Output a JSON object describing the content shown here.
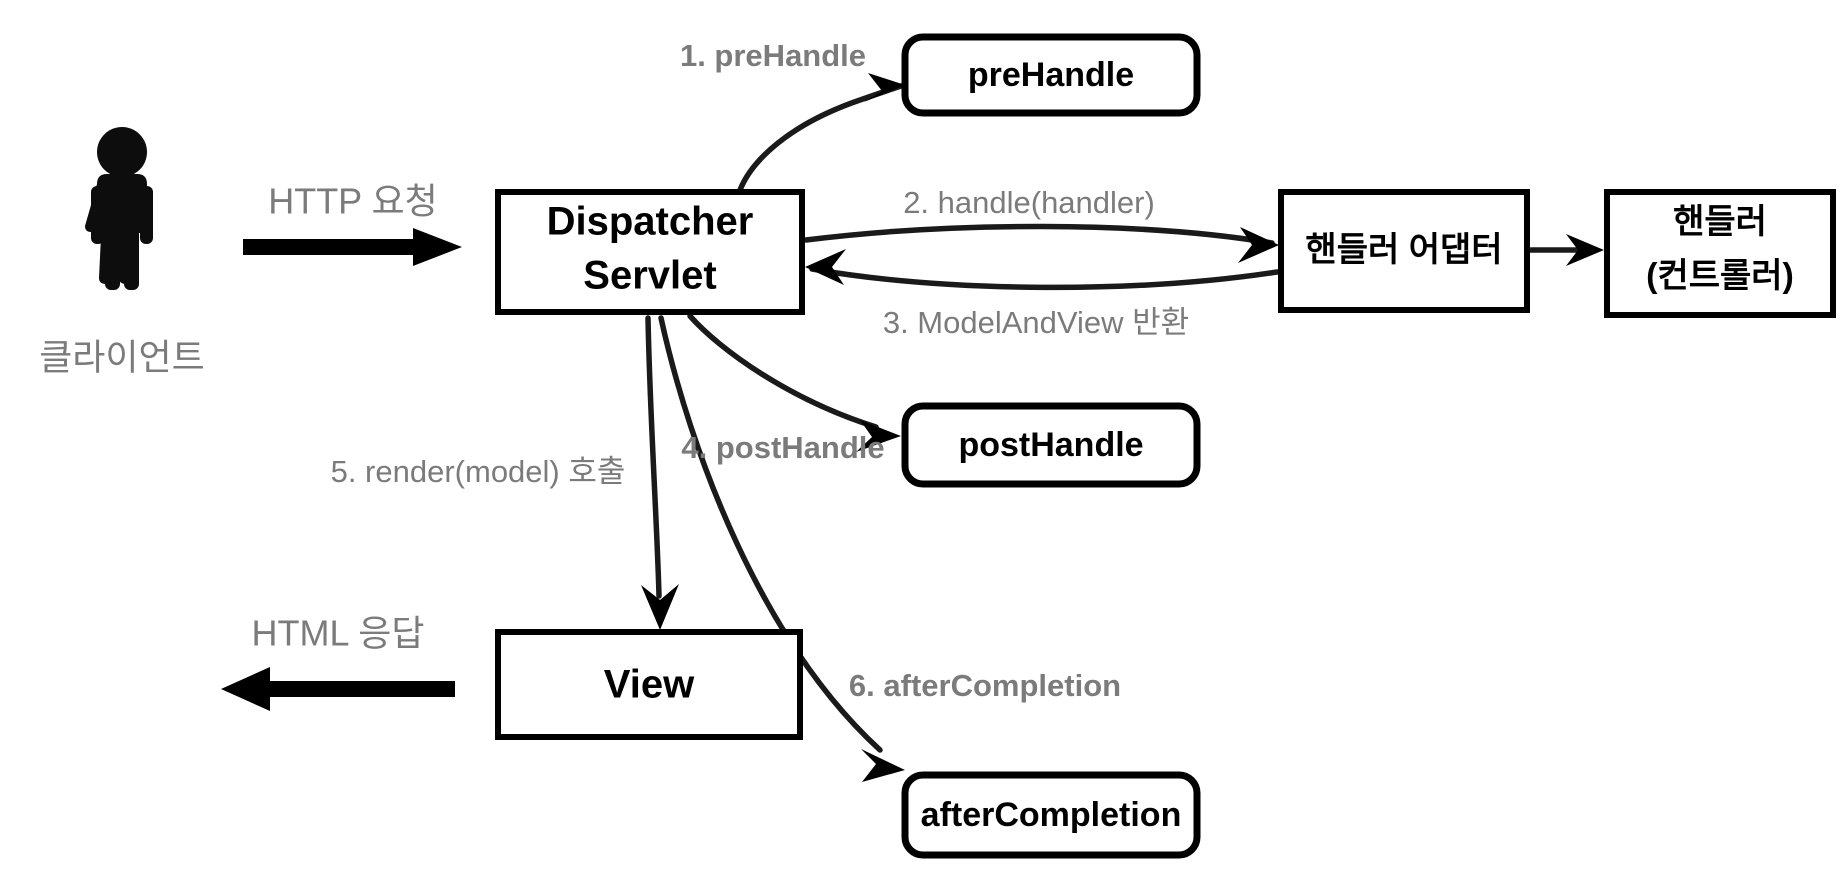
{
  "diagram": {
    "title": "Spring MVC DispatcherServlet Interceptor Flow",
    "background_color": "#ffffff",
    "label_color": "#7b7b7b",
    "stroke_color": "#000000",
    "actor": {
      "name": "client-actor",
      "label": "클라이언트",
      "icon": "person-icon"
    },
    "io_flows": [
      {
        "name": "http-request",
        "label": "HTTP 요청",
        "direction": "right"
      },
      {
        "name": "html-response",
        "label": "HTML 응답",
        "direction": "left"
      }
    ],
    "nodes": [
      {
        "id": "dispatcher-servlet",
        "line1": "Dispatcher",
        "line2": "Servlet",
        "shape": "rect"
      },
      {
        "id": "pre-handle",
        "line1": "preHandle",
        "line2": "",
        "shape": "rounded"
      },
      {
        "id": "post-handle",
        "line1": "postHandle",
        "line2": "",
        "shape": "rounded"
      },
      {
        "id": "after-completion",
        "line1": "afterCompletion",
        "line2": "",
        "shape": "rounded"
      },
      {
        "id": "handler-adapter",
        "line1": "핸들러 어댑터",
        "line2": "",
        "shape": "rect"
      },
      {
        "id": "handler-controller",
        "line1": "핸들러",
        "line2": "(컨트롤러)",
        "shape": "rect"
      },
      {
        "id": "view",
        "line1": "View",
        "line2": "",
        "shape": "rect"
      }
    ],
    "steps": [
      {
        "number": "1",
        "name": "step-pre-handle",
        "label": "1. preHandle",
        "weight": "bold",
        "from": "dispatcher-servlet",
        "to": "pre-handle"
      },
      {
        "number": "2",
        "name": "step-handle",
        "label": "2. handle(handler)",
        "weight": "normal",
        "from": "dispatcher-servlet",
        "to": "handler-adapter"
      },
      {
        "number": "3",
        "name": "step-model-and-view",
        "label": "3. ModelAndView 반환",
        "weight": "normal",
        "from": "handler-adapter",
        "to": "dispatcher-servlet"
      },
      {
        "number": "4",
        "name": "step-post-handle",
        "label": "4. postHandle",
        "weight": "bold",
        "from": "dispatcher-servlet",
        "to": "post-handle"
      },
      {
        "number": "5",
        "name": "step-render",
        "label": "5. render(model) 호출",
        "weight": "normal",
        "from": "dispatcher-servlet",
        "to": "view"
      },
      {
        "number": "6",
        "name": "step-after-completion",
        "label": "6. afterCompletion",
        "weight": "bold",
        "from": "dispatcher-servlet",
        "to": "after-completion"
      }
    ]
  }
}
